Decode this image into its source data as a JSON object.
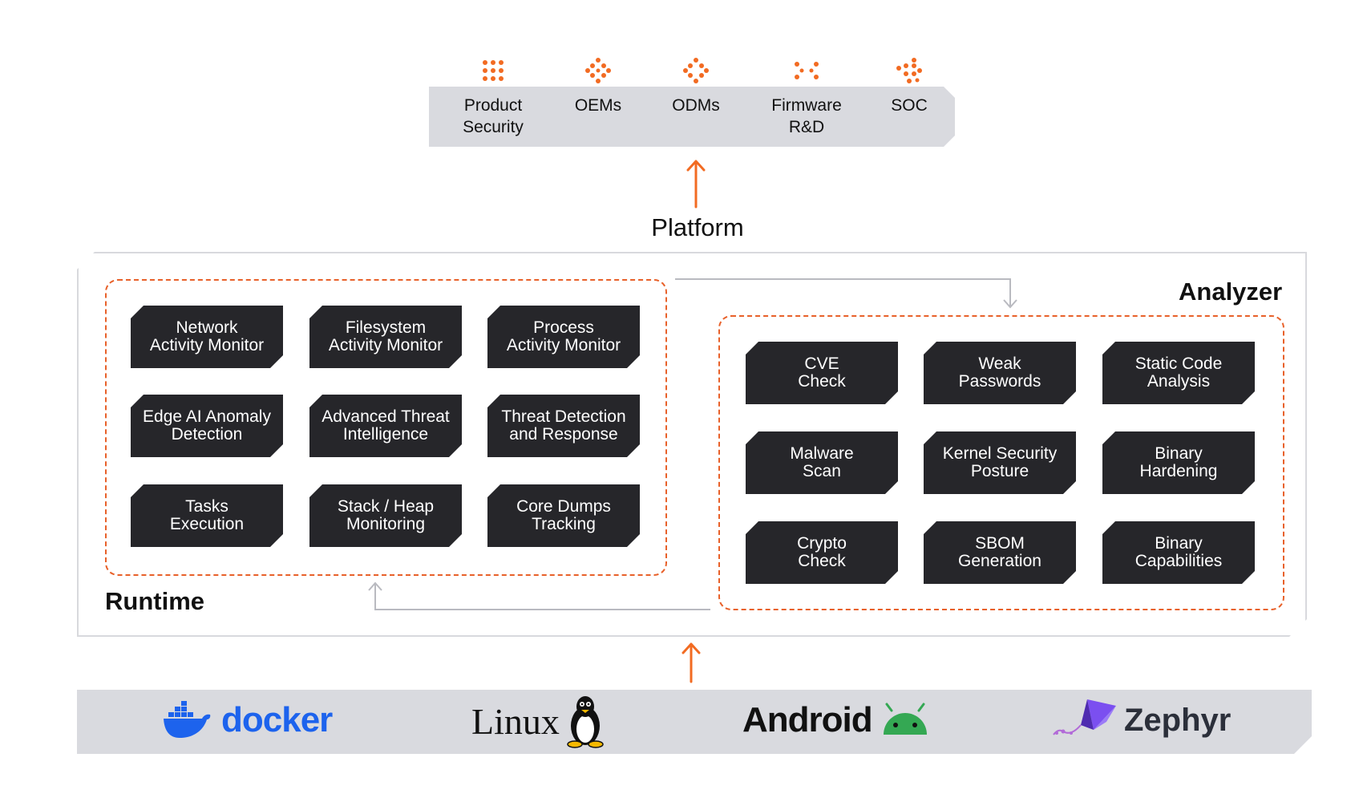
{
  "consumers": [
    {
      "label": "Product\nSecurity",
      "icon": "dot-grid-icon"
    },
    {
      "label": "OEMs",
      "icon": "dot-diamond-icon"
    },
    {
      "label": "ODMs",
      "icon": "dot-diamond-icon"
    },
    {
      "label": "Firmware\nR&D",
      "icon": "dot-spread-icon"
    },
    {
      "label": "SOC",
      "icon": "dot-cluster-icon"
    }
  ],
  "platform": {
    "title": "Platform"
  },
  "runtime": {
    "title": "Runtime",
    "tiles": [
      "Network\nActivity Monitor",
      "Filesystem\nActivity Monitor",
      "Process\nActivity Monitor",
      "Edge AI Anomaly\nDetection",
      "Advanced Threat\nIntelligence",
      "Threat Detection\nand Response",
      "Tasks\nExecution",
      "Stack / Heap\nMonitoring",
      "Core Dumps\nTracking"
    ]
  },
  "analyzer": {
    "title": "Analyzer",
    "tiles": [
      "CVE\nCheck",
      "Weak\nPasswords",
      "Static Code\nAnalysis",
      "Malware\nScan",
      "Kernel Security\nPosture",
      "Binary\nHardening",
      "Crypto\nCheck",
      "SBOM\nGeneration",
      "Binary\nCapabilities"
    ]
  },
  "platforms_os": [
    {
      "name": "docker",
      "icon": "docker-whale-icon"
    },
    {
      "name": "Linux",
      "icon": "linux-penguin-icon"
    },
    {
      "name": "Android",
      "icon": "android-robot-icon"
    },
    {
      "name": "Zephyr",
      "icon": "zephyr-kite-icon"
    }
  ],
  "colors": {
    "accent": "#f26b22",
    "tile": "#26262a",
    "bar": "#d9dadf",
    "docker": "#1d63ed",
    "android": "#34a853",
    "zephyr": "#6a3cc9"
  }
}
